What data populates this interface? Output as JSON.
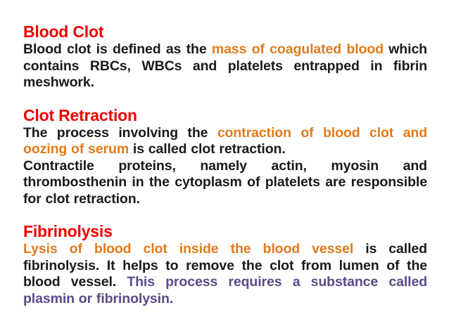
{
  "slide": {
    "title": "Blood Clot",
    "background_color": "#FFFFFF",
    "colors": {
      "heading_red": "#EE0000",
      "body_black": "#1A1A1A",
      "accent_orange": "#E07B1E",
      "accent_purple": "#5B4B8A"
    }
  },
  "sections": [
    {
      "heading": "Blood Clot",
      "paragraphs": [
        {
          "segments": [
            {
              "text": "Blood clot is defined as the ",
              "color": "body_black"
            },
            {
              "text": "mass of coagulated blood",
              "color": "accent_orange"
            },
            {
              "text": " which contains RBCs, WBCs and platelets entrapped in fibrin meshwork.",
              "color": "body_black"
            }
          ]
        }
      ]
    },
    {
      "heading": "Clot Retraction",
      "paragraphs": [
        {
          "segments": [
            {
              "text": "The process involving the ",
              "color": "body_black"
            },
            {
              "text": "contraction of blood clot and oozing of serum",
              "color": "accent_orange"
            },
            {
              "text": " is called clot retraction.",
              "color": "body_black"
            }
          ]
        },
        {
          "segments": [
            {
              "text": "Contractile proteins, namely actin, myosin and thrombosthenin in the cytoplasm of platelets are responsible for clot retraction.",
              "color": "body_black"
            }
          ]
        }
      ]
    },
    {
      "heading": "Fibrinolysis",
      "paragraphs": [
        {
          "segments": [
            {
              "text": "Lysis of blood clot inside the blood vessel",
              "color": "accent_orange"
            },
            {
              "text": " is called fibrinolysis. It helps to remove the clot from lumen of the blood vessel. ",
              "color": "body_black"
            },
            {
              "text": "This process requires a substance called plasmin or fibrinolysin.",
              "color": "accent_purple"
            }
          ]
        }
      ]
    }
  ]
}
